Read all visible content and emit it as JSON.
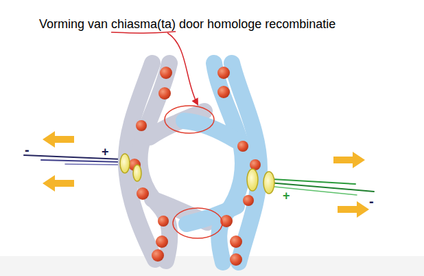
{
  "diagram": {
    "labels": [
      "Vorming van chiasma(ta) door homologe recombinatie",
      "-",
      "+",
      "+",
      "-"
    ]
  }
}
